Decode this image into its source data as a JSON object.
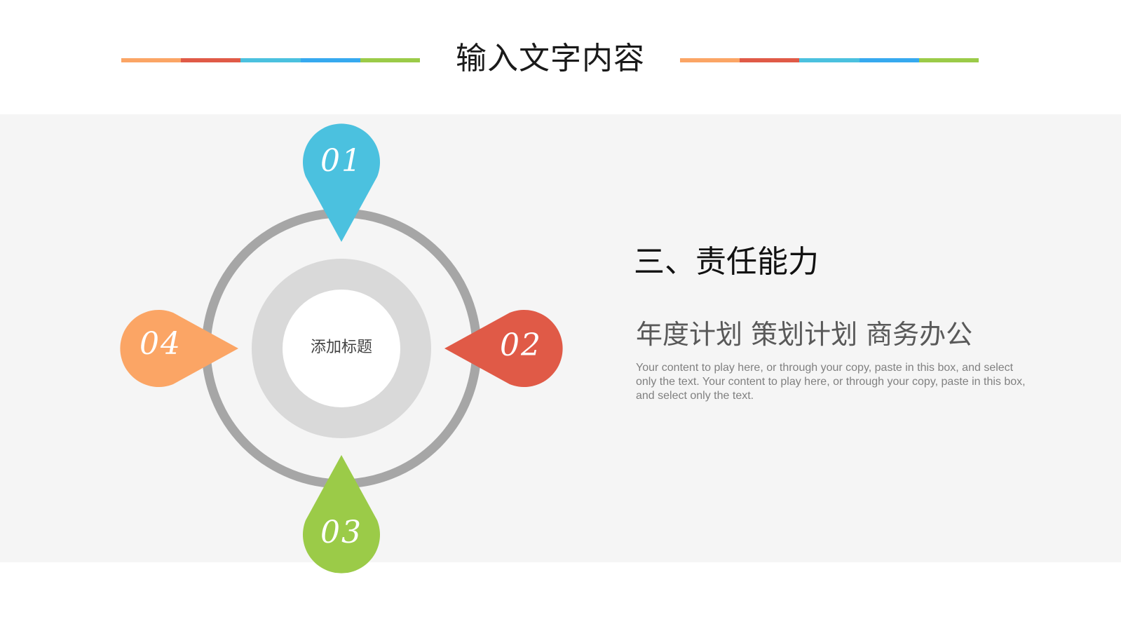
{
  "slide": {
    "title": "输入文字内容",
    "background_band_color": "#f5f5f5",
    "stripe_colors": [
      "#FBA565",
      "#E05A47",
      "#4BC1DF",
      "#36A9EF",
      "#9BCB48"
    ]
  },
  "diagram": {
    "center_label": "添加标题",
    "pins": [
      {
        "number": "01",
        "color": "#4BC1DF",
        "position": "top"
      },
      {
        "number": "02",
        "color": "#E05A47",
        "position": "right"
      },
      {
        "number": "03",
        "color": "#9BCB48",
        "position": "bottom"
      },
      {
        "number": "04",
        "color": "#FBA565",
        "position": "left"
      }
    ]
  },
  "content": {
    "heading": "三、责任能力",
    "subheading": "年度计划 策划计划 商务办公",
    "body": "Your content to play here, or through your copy, paste in this box, and select only the text. Your content to play here, or through your copy, paste in this box, and select only the text."
  }
}
